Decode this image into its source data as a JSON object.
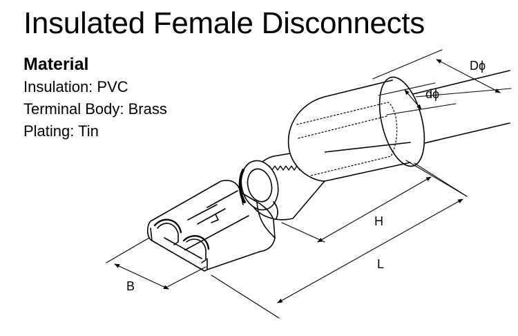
{
  "title": "Insulated Female Disconnects",
  "material": {
    "heading": "Material",
    "specs": [
      "Insulation: PVC",
      "Terminal Body: Brass",
      "Plating: Tin"
    ]
  },
  "dimensions": {
    "outer_diameter": "Dϕ",
    "inner_diameter": "dϕ",
    "height": "H",
    "length": "L",
    "width": "B"
  }
}
